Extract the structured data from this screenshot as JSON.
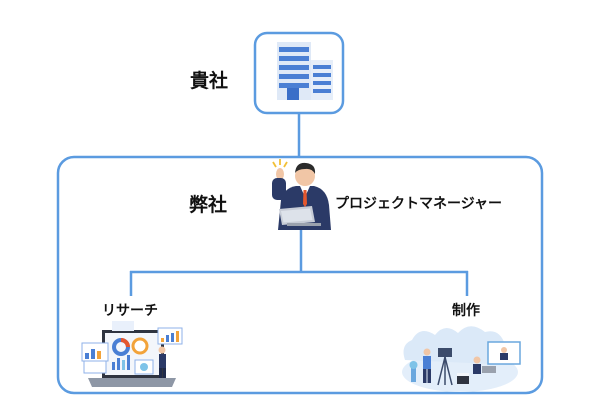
{
  "client": {
    "label": "貴社",
    "icon": "office-building-icon"
  },
  "our_company": {
    "label": "弊社"
  },
  "manager": {
    "label": "プロジェクトマネージャー",
    "icon": "businessman-with-laptop-icon"
  },
  "branches": [
    {
      "label": "リサーチ",
      "icon": "research-dashboard-laptop-icon"
    },
    {
      "label": "制作",
      "icon": "video-production-icon"
    }
  ],
  "colors": {
    "line": "#5b9be0",
    "frame": "#5b9be0",
    "building": "#4a7fd4",
    "suit": "#2b3a67"
  }
}
